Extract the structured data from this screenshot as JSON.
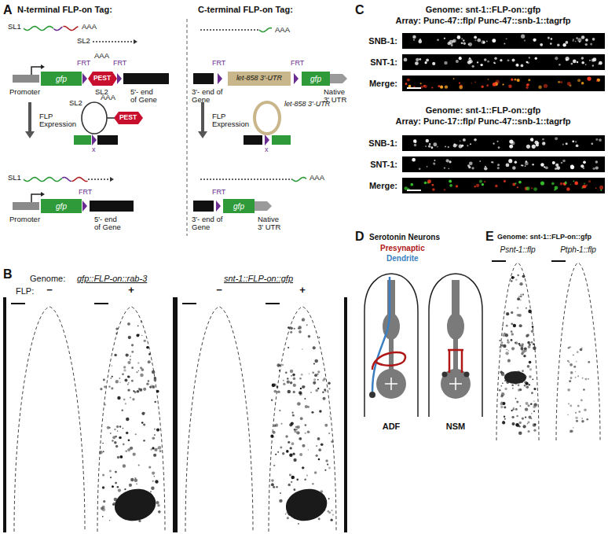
{
  "diagram": {
    "nodes": [
      {
        "text": [
          "gfp"
        ]
      },
      {
        "text": [
          "PEST"
        ]
      },
      {
        "text": [
          "let-858 3'-UTR"
        ]
      },
      {
        "text": [
          "gfp"
        ]
      },
      {
        "text": [
          "PEST"
        ]
      },
      {
        "text": [
          "gfp"
        ]
      },
      {
        "text": [
          "gfp"
        ]
      }
    ],
    "labels": [
      "A",
      "N-terminal FLP-on Tag:",
      "C-terminal FLP-on Tag:",
      "SL1",
      "AAA",
      "SL2",
      "AAA",
      "FRT",
      "FRT",
      "AAA",
      "SL2",
      "Promoter",
      "5'- end of Gene",
      "FRT",
      "FRT",
      "3'- end of Gene",
      "Native 3' UTR",
      "FLP Expression",
      "FLP Expression",
      "SL2",
      "AAA",
      "x",
      "x",
      "let-858 3'-UTR",
      "SL1",
      "FRT",
      "Promoter",
      "5'- end of Gene",
      "AAA",
      "FRT",
      "3'- end of Gene",
      "Native 3' UTR",
      "B",
      "Genome:",
      "gfp::FLP-on::rab-3",
      "snt-1::FLP-on::gfp",
      "FLP:",
      "−",
      "+",
      "−",
      "+",
      "C",
      "Genome: snt-1::FLP-on::gfp",
      "Array: Punc-47::flp/ Punc-47::snb-1::tagrfp",
      "SNB-1:",
      "SNT-1:",
      "Merge:",
      "Genome: snt-1::FLP-on::gfp",
      "Array: Punc-17::flp/ Punc-47::snb-1::tagrfp",
      "SNB-1:",
      "SNT-1:",
      "Merge:",
      "D",
      "Serotonin Neurons",
      "Presynaptic",
      "Dendrite",
      "ADF",
      "NSM",
      "E",
      "Genome: snt-1::FLP-on::gfp",
      "Psnt-1::flp",
      "Ptph-1::flp"
    ]
  }
}
